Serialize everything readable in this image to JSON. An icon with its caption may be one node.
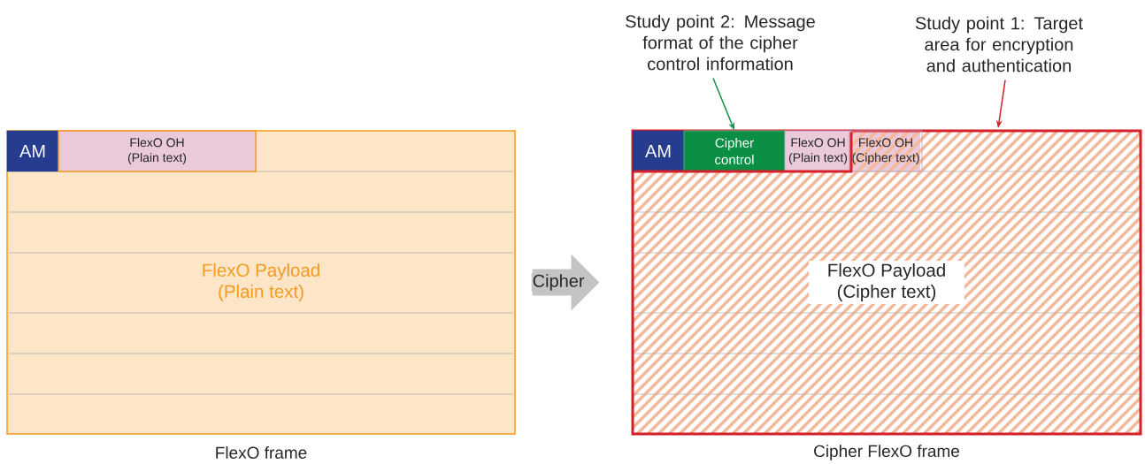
{
  "diagram": {
    "nodes": [
      {
        "text": [
          "FlexO Payload (Plain text)"
        ],
        "beside": [
          "FlexO frame"
        ]
      },
      {
        "text": [
          "AM"
        ],
        "in": 0
      },
      {
        "text": [
          "FlexO OH (Plain text)"
        ],
        "in": 0
      },
      {
        "text": [
          "FlexO Payload (Cipher text)"
        ],
        "beside": [
          "Cipher FlexO frame"
        ]
      },
      {
        "text": [
          "AM"
        ],
        "in": 3
      },
      {
        "text": [
          "Cipher control"
        ],
        "in": 3
      },
      {
        "text": [
          "FlexO OH (Plain text)"
        ],
        "in": 3
      },
      {
        "text": [
          "FlexO OH (Cipher text)"
        ],
        "in": 3
      },
      {
        "text": [
          "Study point 2: Message format of the cipher control information"
        ]
      },
      {
        "text": [
          "Study point 1: Target area for encryption and authentication"
        ]
      }
    ],
    "edges": [
      {
        "from": 0,
        "to": 3,
        "arrow": "to",
        "label": "Cipher",
        "style": "thick",
        "color": "#c4c4c6"
      },
      {
        "from": 8,
        "to": 5,
        "arrow": "to",
        "color": "#11934a"
      },
      {
        "from": 9,
        "to": 3,
        "arrow": "to",
        "color": "#d4202a"
      }
    ]
  }
}
